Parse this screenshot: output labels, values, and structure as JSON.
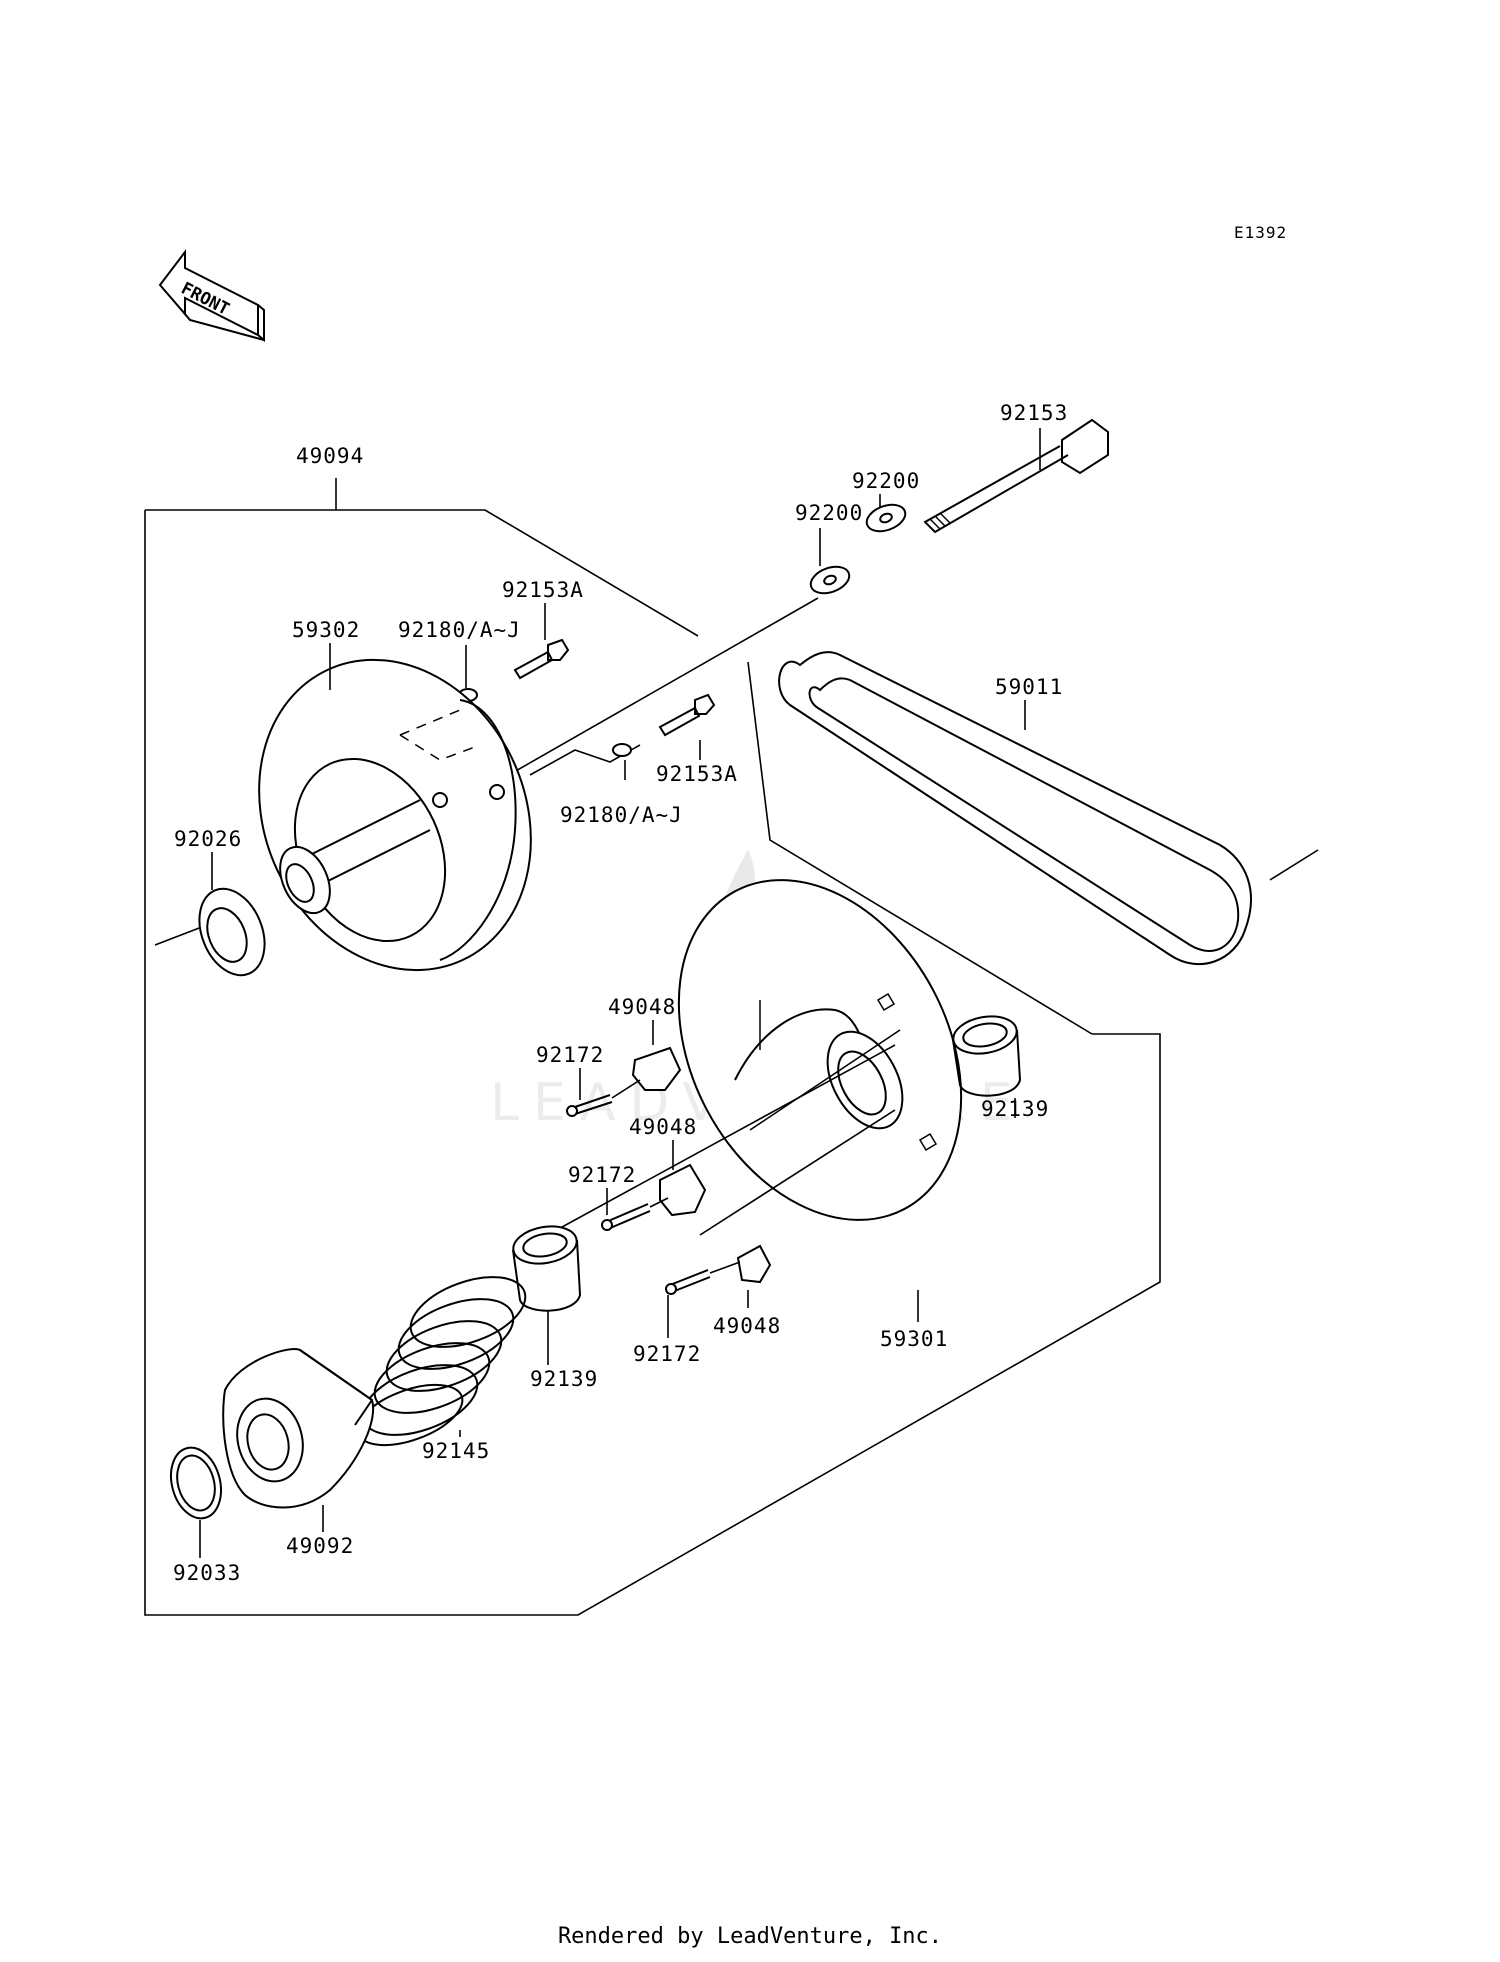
{
  "diagram": {
    "code": "E1392",
    "direction_label": "FRONT",
    "credit": "Rendered by LeadVenture, Inc."
  },
  "parts": [
    {
      "id": "49094"
    },
    {
      "id": "92153"
    },
    {
      "id": "92200"
    },
    {
      "id": "92200"
    },
    {
      "id": "92153A"
    },
    {
      "id": "59302"
    },
    {
      "id": "92180/A~J"
    },
    {
      "id": "59011"
    },
    {
      "id": "92153A"
    },
    {
      "id": "92180/A~J"
    },
    {
      "id": "92026"
    },
    {
      "id": "49048"
    },
    {
      "id": "92172"
    },
    {
      "id": "49048"
    },
    {
      "id": "92139"
    },
    {
      "id": "92172"
    },
    {
      "id": "49048"
    },
    {
      "id": "59301"
    },
    {
      "id": "92139"
    },
    {
      "id": "92172"
    },
    {
      "id": "92145"
    },
    {
      "id": "92033"
    },
    {
      "id": "49092"
    }
  ]
}
